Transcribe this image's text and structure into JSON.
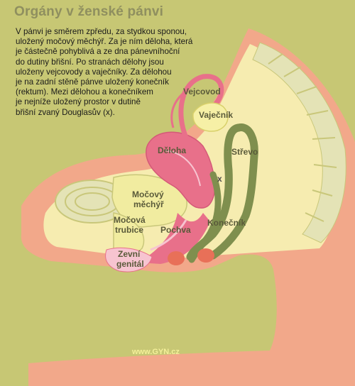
{
  "title": "Orgány v ženské pánvi",
  "intro": "V pánvi je směrem zpředu, za stydkou sponou,\nuložený močový měchýř. Za je ním děloha, která\nje částečně pohyblivá a ze dna pánevníhoční\ndo dutiny břišní. Po stranách dělohy jsou\nuloženy vejcovody a vaječníky. Za dělohou\nje na zadní stěně pánve uložený konečník\n(rektum). Mezi dělohou a konečníkem\nje nejníže uložený prostor v dutině\nbřišní zvaný Douglasův (x).",
  "labels": {
    "vejcovod": "Vejcovod",
    "vajecnik": "Vaječník",
    "deloha": "Děloha",
    "strevo": "Střevo",
    "x": "x",
    "mocovy_mechyr_1": "Močový",
    "mocovy_mechyr_2": "měchýř",
    "mocova_trubice_1": "Močová",
    "mocova_trubice_2": "trubice",
    "pochva": "Pochva",
    "konecnik": "Konečník",
    "zevni_genital_1": "Zevní",
    "zevni_genital_2": "genitál"
  },
  "footer": "www.GYN.cz",
  "colors": {
    "background": "#c7c774",
    "skin": "#f2a88a",
    "cavity": "#f6ecb0",
    "spine": "#e4e3b6",
    "uterus": "#e8708a",
    "bowel": "#7f8f4e",
    "ovary": "#f6f0a6"
  }
}
